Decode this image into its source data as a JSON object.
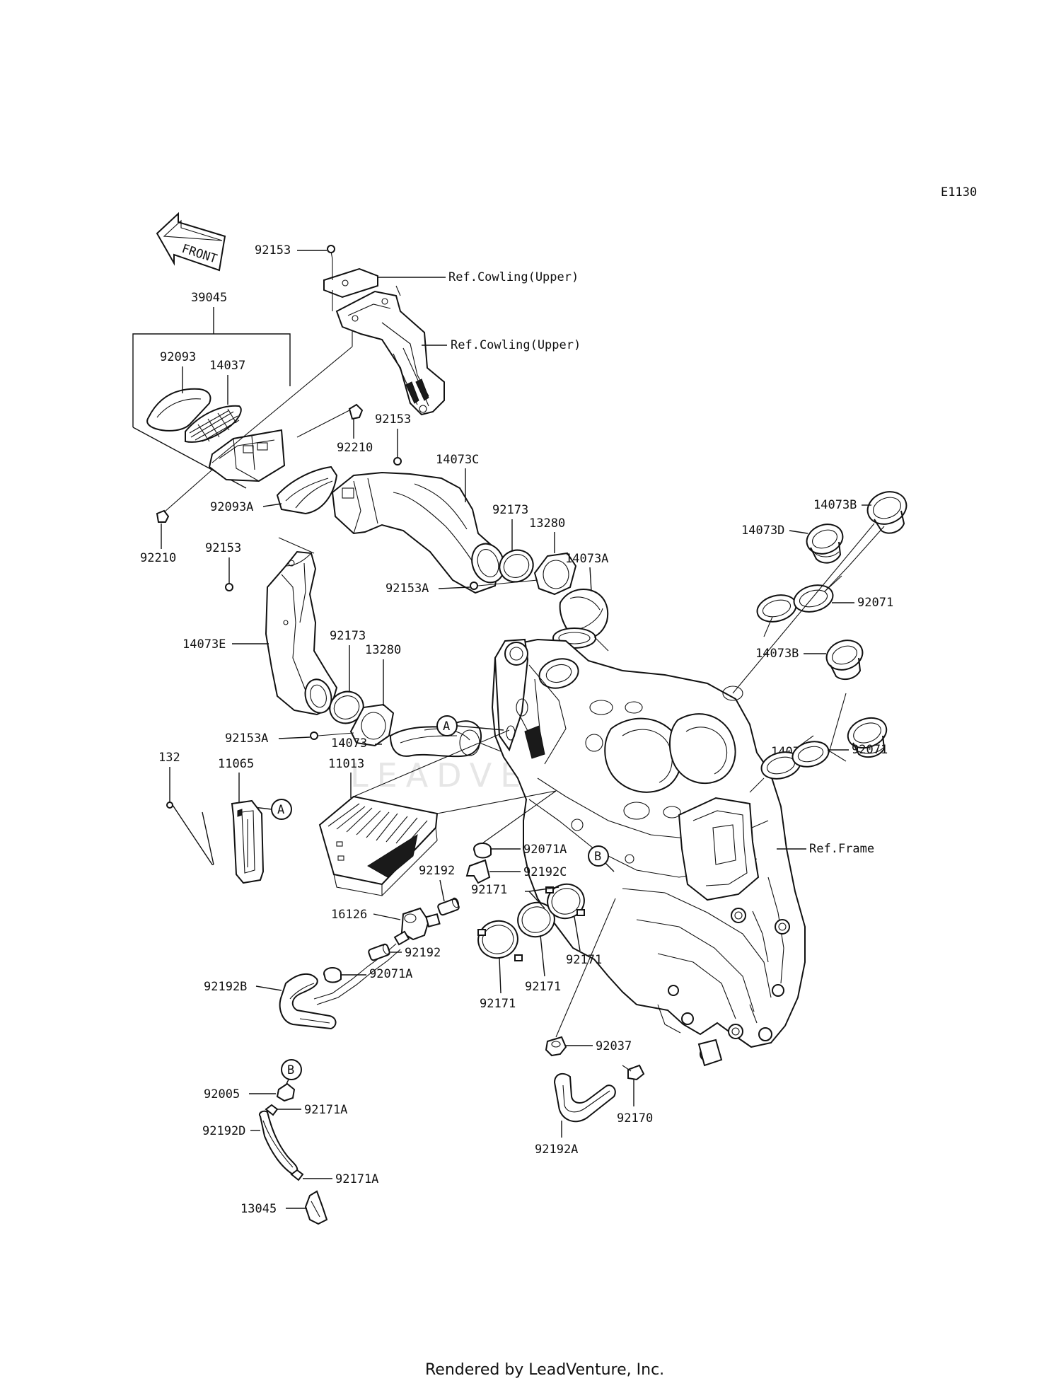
{
  "diagram": {
    "code": "E1130",
    "front_label": "FRONT",
    "watermark": "LEADVENTURE",
    "footer": "Rendered by LeadVenture, Inc.",
    "callouts": {
      "p92153_top": "92153",
      "ref_cowl_1": "Ref.Cowling(Upper)",
      "ref_cowl_2": "Ref.Cowling(Upper)",
      "p39045": "39045",
      "p92093": "92093",
      "p14037": "14037",
      "p92210_r": "92210",
      "p92153_mid": "92153",
      "p14073C": "14073C",
      "p92093A": "92093A",
      "p92210_l": "92210",
      "p92153_left": "92153",
      "p92173_up": "92173",
      "p13280_up": "13280",
      "p14073A": "14073A",
      "p92153A_up": "92153A",
      "p14073E": "14073E",
      "p92173_lo": "92173",
      "p13280_lo": "13280",
      "p92153A_lo": "92153A",
      "p14073": "14073",
      "p14073B_top": "14073B",
      "p14073D_top": "14073D",
      "p92071_top": "92071",
      "p14073B_bot": "14073B",
      "p14073D_bot": "14073D",
      "p92071_bot": "92071",
      "ref_frame": "Ref.Frame",
      "p132": "132",
      "p11065": "11065",
      "p11013": "11013",
      "p92071A_up": "92071A",
      "p92192C": "92192C",
      "p92192_up": "92192",
      "p16126": "16126",
      "p92192_lo": "92192",
      "p92192B": "92192B",
      "p92071A_lo": "92071A",
      "p92171_1": "92171",
      "p92171_2": "92171",
      "p92171_3": "92171",
      "p92171_4": "92171",
      "p92037": "92037",
      "p92170": "92170",
      "p92192A": "92192A",
      "p92005": "92005",
      "p92171A_up": "92171A",
      "p92192D": "92192D",
      "p92171A_lo": "92171A",
      "p13045": "13045",
      "ref_A_1": "A",
      "ref_A_2": "A",
      "ref_B_1": "B",
      "ref_B_2": "B"
    }
  }
}
